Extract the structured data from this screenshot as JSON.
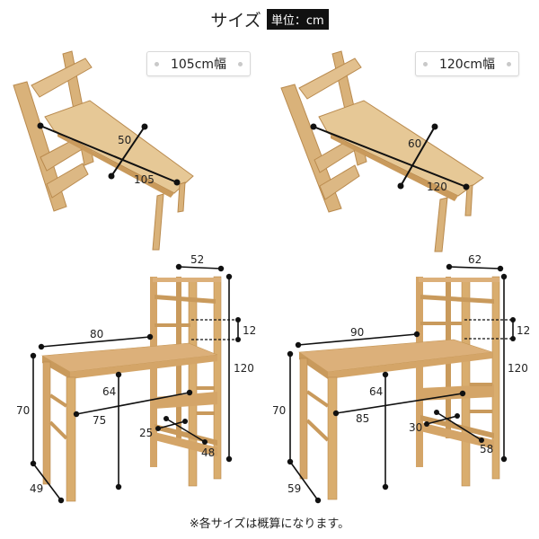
{
  "header": {
    "title": "サイズ",
    "unit_badge": "単位：cm"
  },
  "variants": [
    {
      "badge": "105cm幅",
      "top_view": {
        "depth": "50",
        "width": "105"
      },
      "front_view": {
        "shelf_width": "52",
        "shelf_height": "120",
        "shelf_gap": "12",
        "desk_width": "80",
        "desk_height": "70",
        "desk_depth": "49",
        "knee_height": "64",
        "knee_width": "75",
        "lower_shelf_depth": "25",
        "lower_shelf_width": "48"
      }
    },
    {
      "badge": "120cm幅",
      "top_view": {
        "depth": "60",
        "width": "120"
      },
      "front_view": {
        "shelf_width": "62",
        "shelf_height": "120",
        "shelf_gap": "12",
        "desk_width": "90",
        "desk_height": "70",
        "desk_depth": "59",
        "knee_height": "64",
        "knee_width": "85",
        "lower_shelf_depth": "30",
        "lower_shelf_width": "58"
      }
    }
  ],
  "footer": {
    "note": "※各サイズは概算になります。"
  },
  "colors": {
    "wood_light": "#dcb884",
    "wood_mid": "#c99a5c",
    "wood_dark": "#b07e40",
    "line": "#111111"
  }
}
